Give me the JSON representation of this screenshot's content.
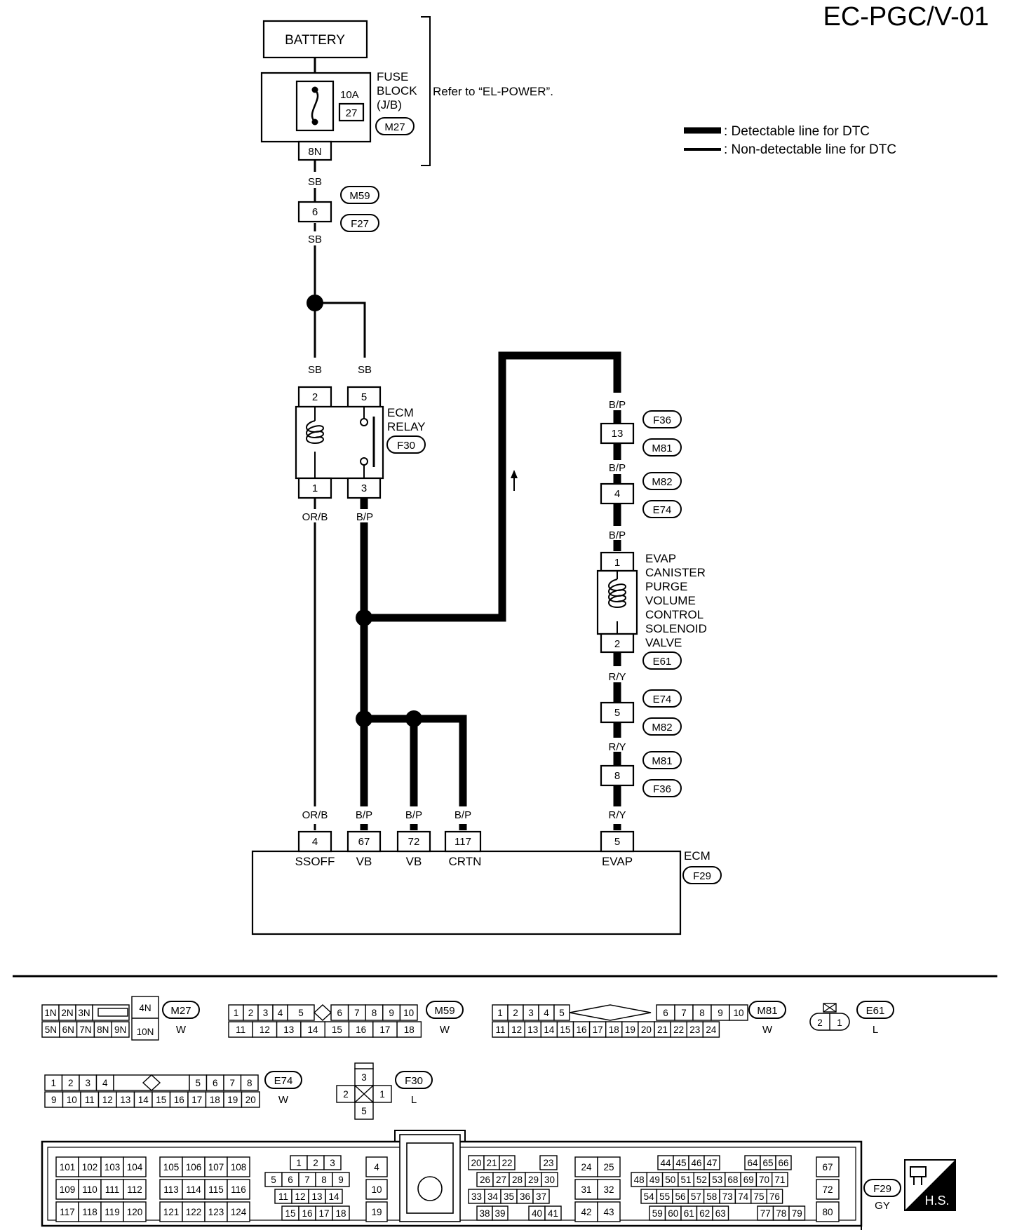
{
  "page_code": "EC-PGC/V-01",
  "legend": {
    "detectable": ": Detectable line for DTC",
    "non_detectable": ": Non-detectable line for DTC"
  },
  "battery": "BATTERY",
  "fuse_block": {
    "line1": "FUSE",
    "line2": "BLOCK",
    "line3": "(J/B)",
    "fuse_amp": "10A",
    "fuse_no": "27",
    "connector": "M27",
    "terminal": "8N",
    "refer": "Refer to “EL-POWER”."
  },
  "wire_colors": {
    "sb": "SB",
    "orb": "OR/B",
    "bp": "B/P",
    "ry": "R/Y"
  },
  "joint_connector_1": {
    "pin": "6",
    "top": "M59",
    "bottom": "F27"
  },
  "ecm_relay": {
    "line1": "ECM",
    "line2": "RELAY",
    "connector": "F30",
    "pins": [
      "2",
      "5",
      "1",
      "3"
    ]
  },
  "joint_connector_2": {
    "pin": "13",
    "top": "F36",
    "bottom": "M81"
  },
  "joint_connector_3": {
    "pin": "4",
    "top": "M82",
    "bottom": "E74"
  },
  "evap_valve": {
    "lines": [
      "EVAP",
      "CANISTER",
      "PURGE",
      "VOLUME",
      "CONTROL",
      "SOLENOID",
      "VALVE"
    ],
    "pins": [
      "1",
      "2"
    ],
    "connector": "E61"
  },
  "joint_connector_4": {
    "pin": "5",
    "top": "E74",
    "bottom": "M82"
  },
  "joint_connector_5": {
    "pin": "8",
    "top": "M81",
    "bottom": "F36"
  },
  "ecm": {
    "label": "ECM",
    "connector": "F29",
    "terminals": [
      {
        "pin": "4",
        "name": "SSOFF"
      },
      {
        "pin": "67",
        "name": "VB"
      },
      {
        "pin": "72",
        "name": "VB"
      },
      {
        "pin": "117",
        "name": "CRTN"
      },
      {
        "pin": "5",
        "name": "EVAP"
      }
    ]
  },
  "connector_views": {
    "m27": {
      "id": "M27",
      "color": "W",
      "row1": [
        "1N",
        "2N",
        "3N"
      ],
      "row2": [
        "5N",
        "6N",
        "7N",
        "8N",
        "9N"
      ],
      "tall_top": "4N",
      "tall_bottom": "10N"
    },
    "m59": {
      "id": "M59",
      "color": "W",
      "row1": [
        "1",
        "2",
        "3",
        "4",
        "5",
        "6",
        "7",
        "8",
        "9",
        "10"
      ],
      "row2": [
        "11",
        "12",
        "13",
        "14",
        "15",
        "16",
        "17",
        "18"
      ]
    },
    "m81": {
      "id": "M81",
      "color": "W",
      "row1": [
        "1",
        "2",
        "3",
        "4",
        "5",
        "6",
        "7",
        "8",
        "9",
        "10"
      ],
      "row2": [
        "11",
        "12",
        "13",
        "14",
        "15",
        "16",
        "17",
        "18",
        "19",
        "20",
        "21",
        "22",
        "23",
        "24"
      ]
    },
    "e61": {
      "id": "E61",
      "color": "L",
      "pins": [
        "2",
        "1"
      ]
    },
    "e74": {
      "id": "E74",
      "color": "W",
      "row1": [
        "1",
        "2",
        "3",
        "4",
        "5",
        "6",
        "7",
        "8"
      ],
      "row2": [
        "9",
        "10",
        "11",
        "12",
        "13",
        "14",
        "15",
        "16",
        "17",
        "18",
        "19",
        "20"
      ]
    },
    "f30": {
      "id": "F30",
      "color": "L",
      "pins": [
        "3",
        "2",
        "1",
        "5"
      ]
    },
    "f29": {
      "id": "F29",
      "color": "GY",
      "g1": [
        [
          "101",
          "102",
          "103",
          "104"
        ],
        [
          "109",
          "110",
          "111",
          "112"
        ],
        [
          "117",
          "118",
          "119",
          "120"
        ]
      ],
      "g2": [
        [
          "105",
          "106",
          "107",
          "108"
        ],
        [
          "113",
          "114",
          "115",
          "116"
        ],
        [
          "121",
          "122",
          "123",
          "124"
        ]
      ],
      "g3": [
        [
          "1",
          "2",
          "3"
        ],
        [
          "5",
          "6",
          "7",
          "8",
          "9"
        ],
        [
          "11",
          "12",
          "13",
          "14"
        ],
        [
          "15",
          "16",
          "17",
          "18"
        ]
      ],
      "g4": [
        "4",
        "10",
        "19"
      ],
      "g5": [
        [
          "20",
          "21",
          "22",
          "23"
        ],
        [
          "26",
          "27",
          "28",
          "29",
          "30"
        ],
        [
          "33",
          "34",
          "35",
          "36",
          "37"
        ],
        [
          "38",
          "39",
          "40",
          "41"
        ]
      ],
      "g6": [
        [
          "24",
          "25"
        ],
        [
          "31",
          "32"
        ],
        [
          "42",
          "43"
        ]
      ],
      "g7": [
        [
          "44",
          "45",
          "46",
          "47",
          "64",
          "65",
          "66"
        ],
        [
          "48",
          "49",
          "50",
          "51",
          "52",
          "53",
          "68",
          "69",
          "70",
          "71"
        ],
        [
          "54",
          "55",
          "56",
          "57",
          "58",
          "73",
          "74",
          "75",
          "76"
        ],
        [
          "59",
          "60",
          "61",
          "62",
          "63",
          "77",
          "78",
          "79"
        ]
      ],
      "g8": [
        "67",
        "72",
        "80"
      ],
      "hs": "H.S."
    }
  }
}
